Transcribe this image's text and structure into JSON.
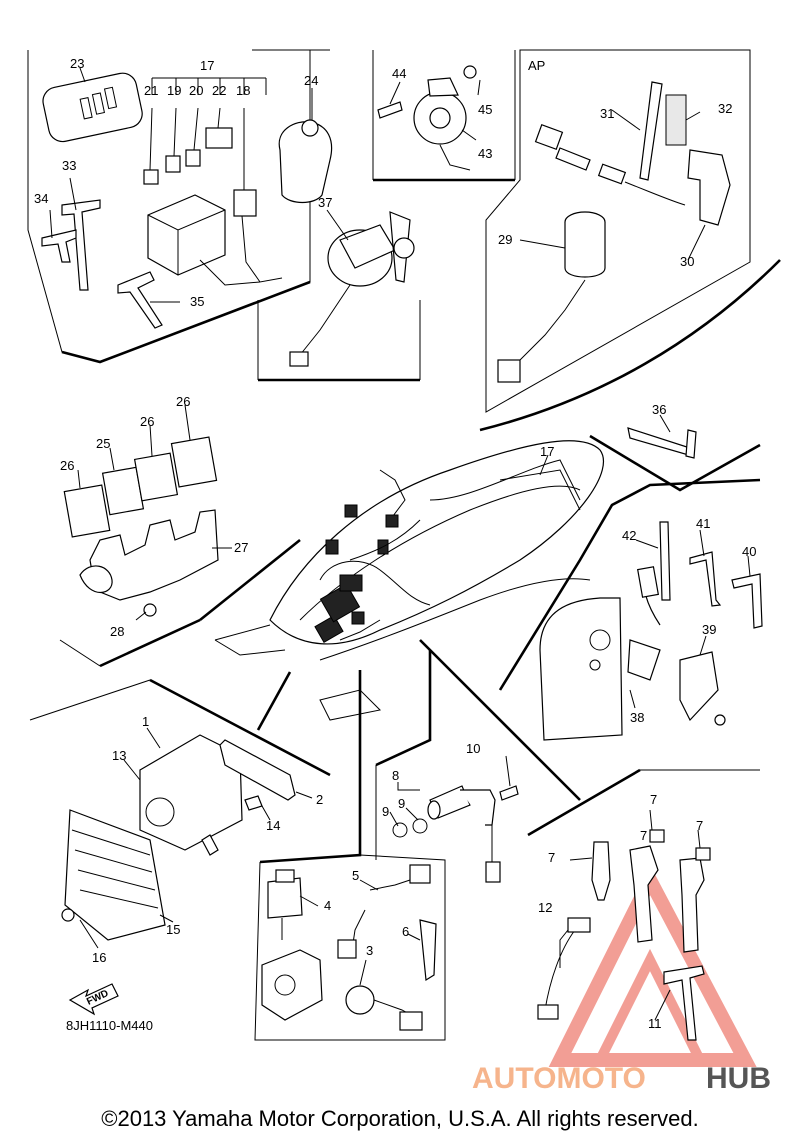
{
  "diagram": {
    "code": "8JH1110-M440",
    "ap_label": "AP",
    "fwd_label": "FWD",
    "callouts": [
      "23",
      "17",
      "21",
      "19",
      "20",
      "22",
      "18",
      "24",
      "44",
      "45",
      "43",
      "31",
      "32",
      "33",
      "34",
      "35",
      "37",
      "29",
      "30",
      "26",
      "25",
      "26",
      "26",
      "36",
      "17",
      "27",
      "28",
      "42",
      "41",
      "40",
      "39",
      "38",
      "1",
      "13",
      "2",
      "14",
      "15",
      "16",
      "10",
      "8",
      "9",
      "9",
      "7",
      "7",
      "7",
      "7",
      "5",
      "4",
      "6",
      "3",
      "12",
      "11"
    ]
  },
  "watermark": {
    "part_a": "AUTOMOTO",
    "part_b": "HUB",
    "accent_color": "#f6b48c",
    "logo_color": "#e85040"
  },
  "footer": {
    "copyright": "©2013 Yamaha Motor Corporation, U.S.A. All rights reserved."
  }
}
